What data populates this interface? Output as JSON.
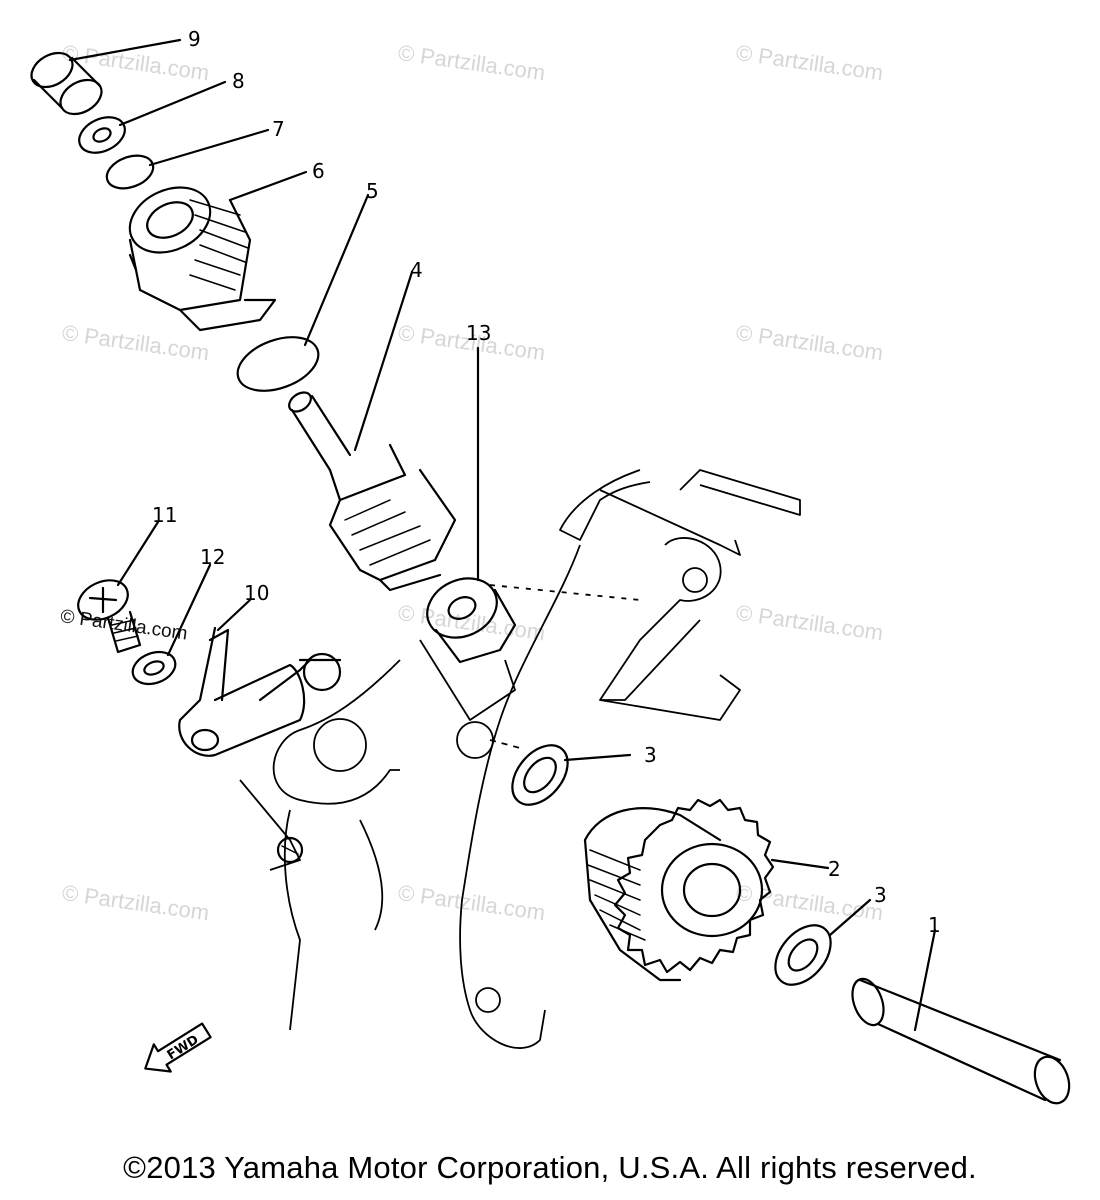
{
  "diagram": {
    "callouts": [
      {
        "id": "label-1",
        "text": "1"
      },
      {
        "id": "label-2",
        "text": "2"
      },
      {
        "id": "label-3a",
        "text": "3"
      },
      {
        "id": "label-3b",
        "text": "3"
      },
      {
        "id": "label-4",
        "text": "4"
      },
      {
        "id": "label-5",
        "text": "5"
      },
      {
        "id": "label-6",
        "text": "6"
      },
      {
        "id": "label-7",
        "text": "7"
      },
      {
        "id": "label-8",
        "text": "8"
      },
      {
        "id": "label-9",
        "text": "9"
      },
      {
        "id": "label-10",
        "text": "10"
      },
      {
        "id": "label-11",
        "text": "11"
      },
      {
        "id": "label-12",
        "text": "12"
      },
      {
        "id": "label-13",
        "text": "13"
      }
    ],
    "fwd_arrow": "FWD",
    "watermark": "© Partzilla.com",
    "footer": "©2013  Yamaha Motor Corporation, U.S.A. All rights reserved."
  }
}
